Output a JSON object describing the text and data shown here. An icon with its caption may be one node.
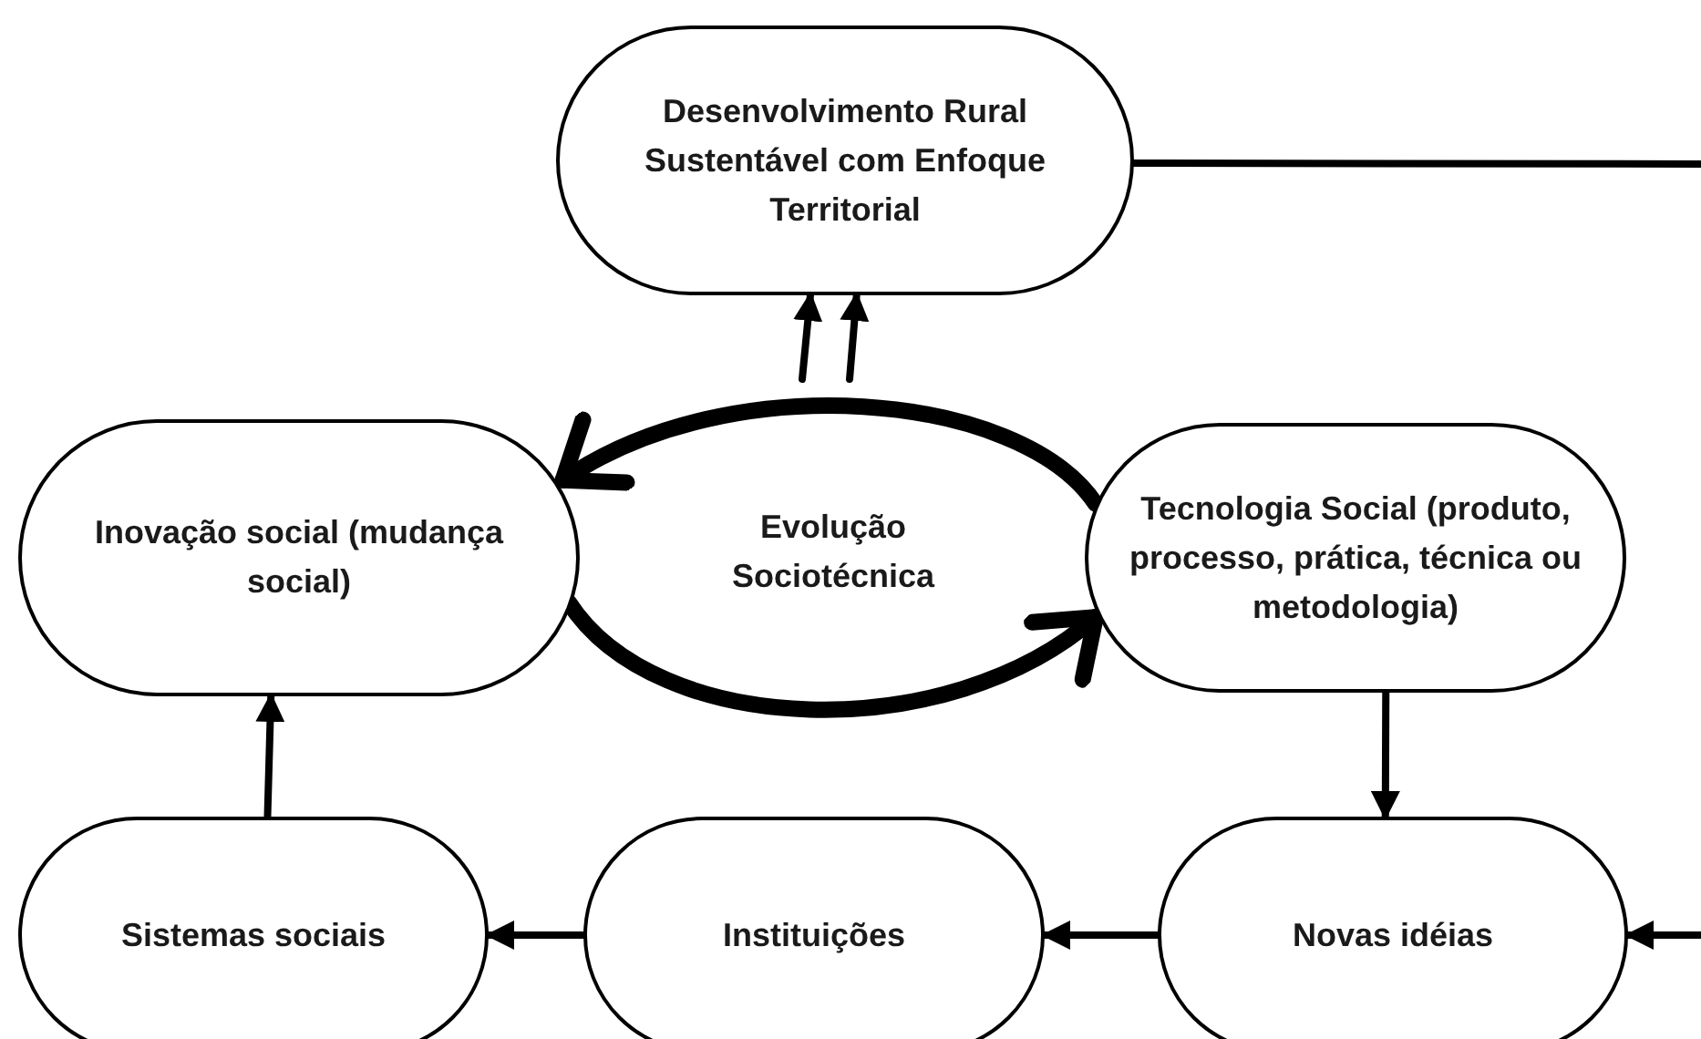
{
  "diagram": {
    "nodes": [
      {
        "text": [
          "Desenvolvimento Rural Sustentável com Enfoque Territorial"
        ]
      },
      {
        "text": [
          "Inovação social (mudança social)"
        ]
      },
      {
        "text": [
          "Tecnologia Social (produto, processo, prática, técnica ou metodologia)"
        ]
      },
      {
        "text": [
          "Sistemas sociais"
        ]
      },
      {
        "text": [
          "Instituições"
        ]
      },
      {
        "text": [
          "Novas idéias"
        ]
      }
    ],
    "edges": [
      {
        "from": 0,
        "to": null,
        "arrow": "none"
      },
      {
        "from": null,
        "to": 0,
        "arrow": "to"
      },
      {
        "from": null,
        "to": 0,
        "arrow": "to"
      },
      {
        "from": 2,
        "to": 1,
        "arrow": "to",
        "style": "thick"
      },
      {
        "from": 1,
        "to": 2,
        "arrow": "to",
        "style": "thick"
      },
      {
        "from": 2,
        "to": 5,
        "arrow": "to"
      },
      {
        "from": 5,
        "to": 4,
        "arrow": "to"
      },
      {
        "from": 4,
        "to": 3,
        "arrow": "to"
      },
      {
        "from": 3,
        "to": 1,
        "arrow": "to"
      },
      {
        "from": null,
        "to": 5,
        "arrow": "to"
      }
    ],
    "labels": [
      "Evolução Sociotécnica"
    ]
  }
}
